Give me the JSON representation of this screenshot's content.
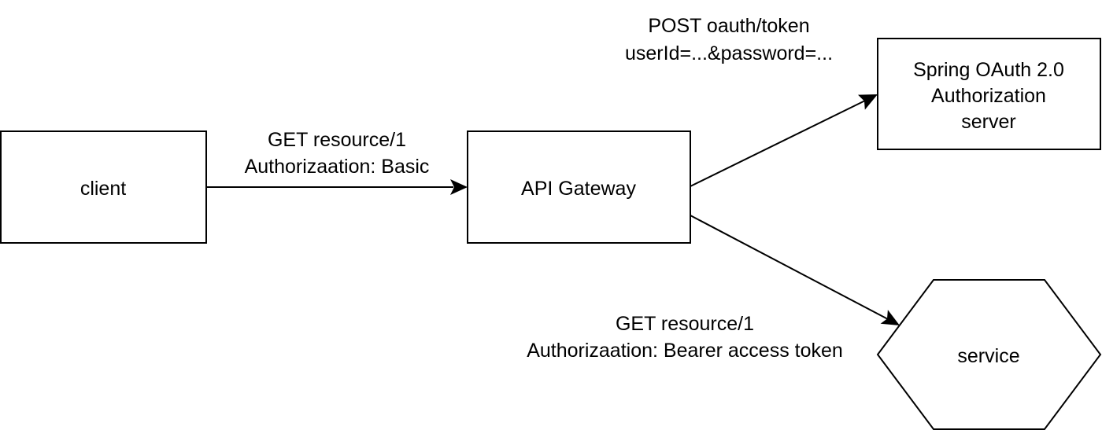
{
  "nodes": {
    "client": {
      "label": "client"
    },
    "gateway": {
      "label": "API Gateway"
    },
    "auth_server": {
      "lines": [
        "Spring OAuth 2.0",
        "Authorization",
        "server"
      ]
    },
    "service": {
      "label": "service"
    }
  },
  "edges": {
    "client_to_gateway": {
      "lines": [
        "GET resource/1",
        "Authorizaation: Basic"
      ]
    },
    "gateway_to_auth": {
      "lines": [
        "POST oauth/token",
        "userId=...&password=..."
      ]
    },
    "gateway_to_service": {
      "lines": [
        "GET resource/1",
        "Authorizaation: Bearer access token"
      ]
    }
  },
  "colors": {
    "stroke": "#000000",
    "fill": "#ffffff",
    "text": "#000000"
  }
}
